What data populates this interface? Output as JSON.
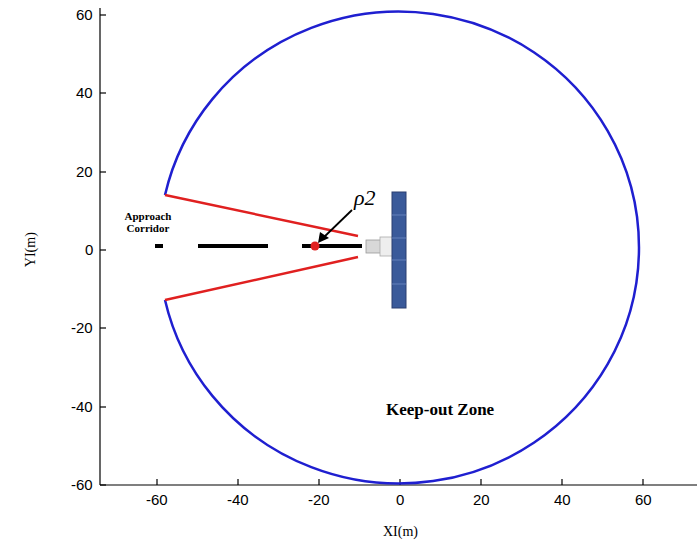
{
  "diagram": {
    "labels": [
      "60",
      "40",
      "20",
      "0",
      "-20",
      "-40",
      "-60",
      "-60",
      "-40",
      "-20",
      "0",
      "20",
      "40",
      "60",
      "YI(m)",
      "XI(m)",
      "Approach Corridor",
      "ρ2",
      "Keep-out Zone"
    ]
  }
}
